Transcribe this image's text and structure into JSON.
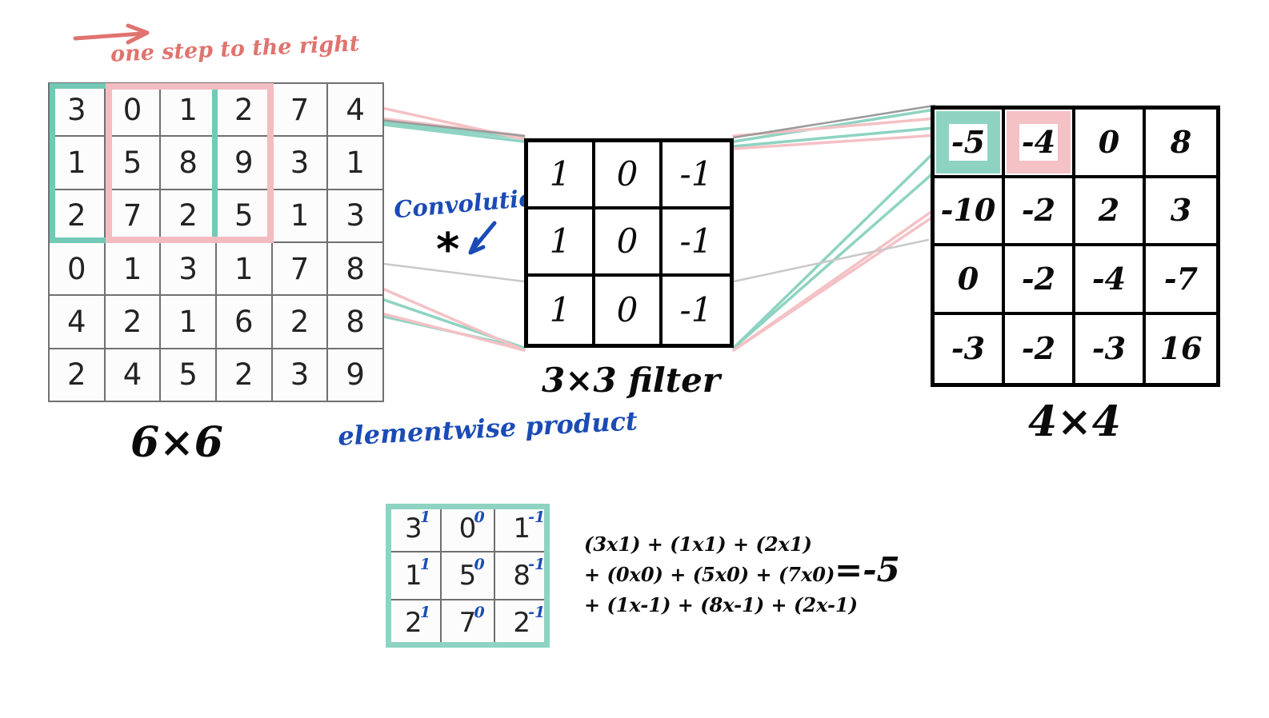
{
  "annotations": {
    "one_step": "one step to the right",
    "convolution": "Convolution",
    "asterisk": "*",
    "elementwise": "elementwise product"
  },
  "input_matrix": {
    "label": "6×6",
    "rows": [
      [
        "3",
        "0",
        "1",
        "2",
        "7",
        "4"
      ],
      [
        "1",
        "5",
        "8",
        "9",
        "3",
        "1"
      ],
      [
        "2",
        "7",
        "2",
        "5",
        "1",
        "3"
      ],
      [
        "0",
        "1",
        "3",
        "1",
        "7",
        "8"
      ],
      [
        "4",
        "2",
        "1",
        "6",
        "2",
        "8"
      ],
      [
        "2",
        "4",
        "5",
        "2",
        "3",
        "9"
      ]
    ]
  },
  "filter_matrix": {
    "label": "3×3 filter",
    "rows": [
      [
        "1",
        "0",
        "-1"
      ],
      [
        "1",
        "0",
        "-1"
      ],
      [
        "1",
        "0",
        "-1"
      ]
    ]
  },
  "output_matrix": {
    "label": "4×4",
    "rows": [
      [
        "-5",
        "-4",
        "0",
        "8"
      ],
      [
        "-10",
        "-2",
        "2",
        "3"
      ],
      [
        "0",
        "-2",
        "-4",
        "-7"
      ],
      [
        "-3",
        "-2",
        "-3",
        "16"
      ]
    ]
  },
  "elementwise_grid": {
    "cells": [
      {
        "value": "3",
        "weight": "1"
      },
      {
        "value": "0",
        "weight": "0"
      },
      {
        "value": "1",
        "weight": "-1"
      },
      {
        "value": "1",
        "weight": "1"
      },
      {
        "value": "5",
        "weight": "0"
      },
      {
        "value": "8",
        "weight": "-1"
      },
      {
        "value": "2",
        "weight": "1"
      },
      {
        "value": "7",
        "weight": "0"
      },
      {
        "value": "2",
        "weight": "-1"
      }
    ]
  },
  "equation": {
    "line1": "(3x1) + (1x1) + (2x1)",
    "line2": "+ (0x0) + (5x0) + (7x0)",
    "line3": "+ (1x-1) + (8x-1) + (2x-1)",
    "result": "=-5"
  },
  "colors": {
    "teal": "#8ed3c2",
    "pink": "#f4c1c5",
    "blue": "#1b4bb5",
    "red": "#e0736f",
    "ink": "#0b0b0b",
    "grid_line": "#707070"
  }
}
